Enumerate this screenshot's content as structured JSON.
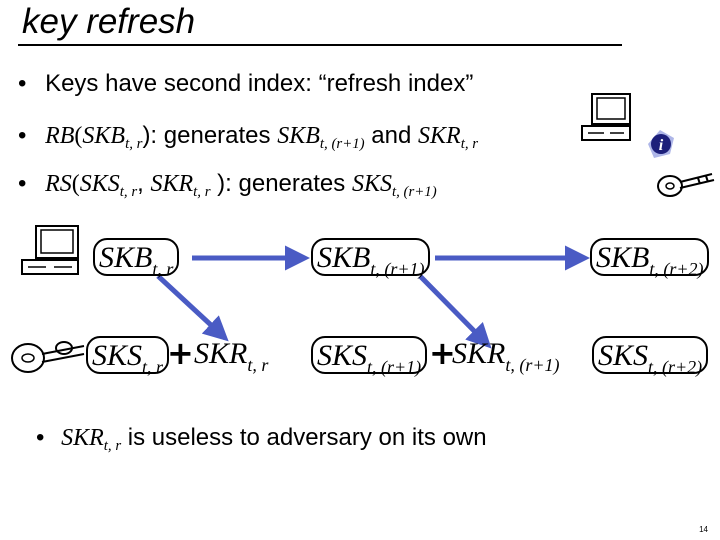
{
  "title": "key refresh",
  "bullets": [
    {
      "bullet": "•",
      "text": "Keys have second index: “refresh index”"
    },
    {
      "bullet": "•",
      "fn": "RB",
      "arg": "SKB",
      "arg_sub": "t, r",
      "close": "):",
      "verb": "generates",
      "out1": "SKB",
      "out1_sub": "t, (r+1)",
      "and": "and",
      "out2": "SKR",
      "out2_sub": "t, r"
    },
    {
      "bullet": "•",
      "fn": "RS",
      "arg1": "SKS",
      "arg1_sub": "t, r",
      "comma": ",",
      "arg2": "SKR",
      "arg2_sub": "t, r",
      "close": "):",
      "verb": "generates",
      "out": "SKS",
      "out_sub": "t, (r+1)"
    }
  ],
  "diagram": {
    "skb": [
      {
        "name": "SKB",
        "sub": "t, r"
      },
      {
        "name": "SKB",
        "sub": "t, (r+1)"
      },
      {
        "name": "SKB",
        "sub": "t, (r+2)"
      }
    ],
    "sks": [
      {
        "name": "SKS",
        "sub": "t, r"
      },
      {
        "name": "SKS",
        "sub": "t, (r+1)"
      },
      {
        "name": "SKS",
        "sub": "t, (r+2)"
      }
    ],
    "skr": [
      {
        "name": "SKR",
        "sub": "t, r"
      },
      {
        "name": "SKR",
        "sub": "t, (r+1)"
      }
    ],
    "plus": "+",
    "arrow_color": "#4a5bc4"
  },
  "note": {
    "bullet": "•",
    "name": "SKR",
    "sub": "t, r",
    "text": "is useless to adversary on its own"
  },
  "page_number": "14",
  "icons": [
    "computer-icon",
    "info-icon",
    "key-icon"
  ]
}
